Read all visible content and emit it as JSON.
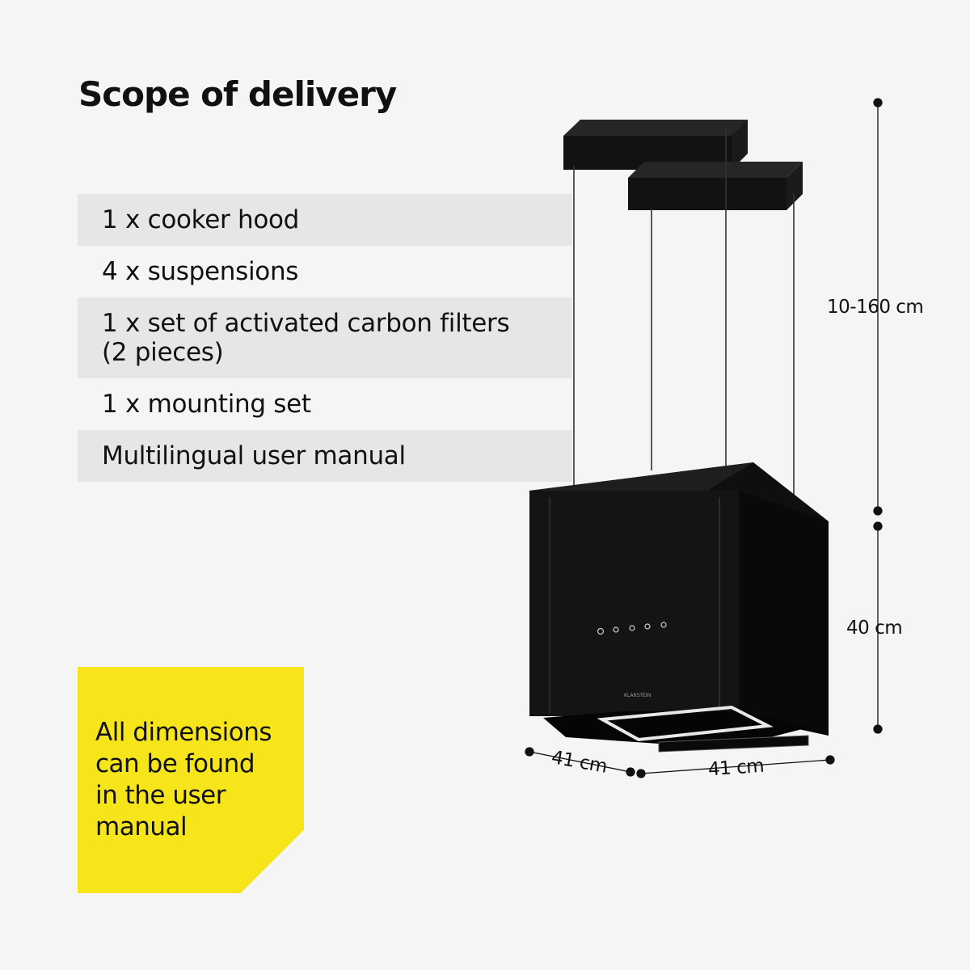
{
  "heading": "Scope of delivery",
  "scope_items": [
    {
      "lines": [
        "1 x cooker hood"
      ],
      "shaded": true
    },
    {
      "lines": [
        "4 x suspensions"
      ],
      "shaded": false
    },
    {
      "lines": [
        "1 x set of activated carbon filters",
        "(2 pieces)"
      ],
      "shaded": true
    },
    {
      "lines": [
        "1 x mounting set"
      ],
      "shaded": false
    },
    {
      "lines": [
        "Multilingual user manual"
      ],
      "shaded": true
    }
  ],
  "note": {
    "lines": [
      "All dimensions",
      "can be found",
      "in the user",
      "manual"
    ],
    "background_color": "#f7e51c"
  },
  "product": {
    "brand_label": "KLARSTEIN",
    "control_icons": [
      "power-icon",
      "light-icon",
      "fan-icon",
      "fan-boost-icon",
      "snowflake-icon"
    ],
    "body_color": "#141414"
  },
  "dimensions": {
    "suspension_length": "10-160 cm",
    "height": "40 cm",
    "depth": "41 cm",
    "width": "41 cm"
  }
}
